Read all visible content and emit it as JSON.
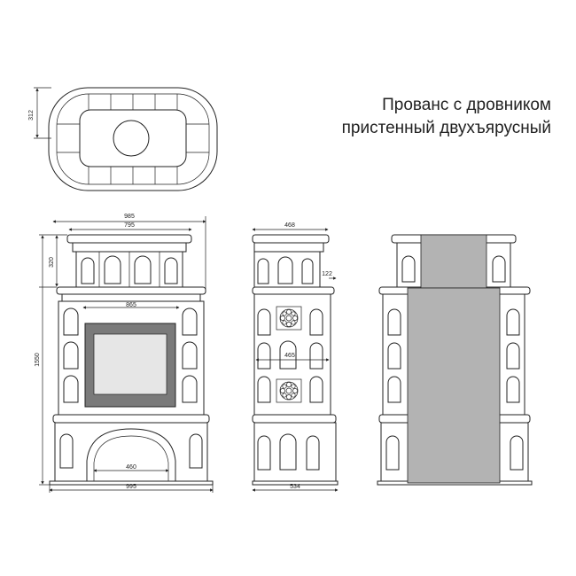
{
  "title": {
    "line1": "Прованс с дровником",
    "line2": "пристенный двухъярусный"
  },
  "dimensions": {
    "top_depth": "312",
    "front_top_width": "985",
    "front_cornice_width": "795",
    "front_upper_height": "320",
    "front_mid_width": "865",
    "front_total_height": "1550",
    "front_firebox_width": "460",
    "front_base_width": "995",
    "side_top_width": "468",
    "side_step": "122",
    "side_mid_width": "465",
    "side_base_width": "534"
  },
  "colors": {
    "line": "#222222",
    "glass": "#e6e6e6",
    "frame": "#7a7a7a",
    "chimney": "#b3b3b3",
    "tile_fill": "#ffffff"
  }
}
